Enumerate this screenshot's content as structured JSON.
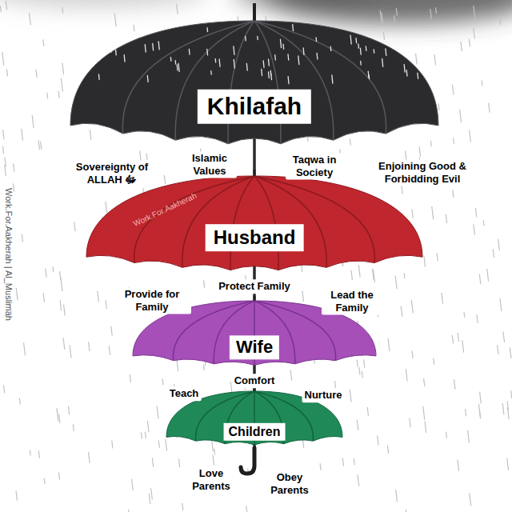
{
  "diagram": {
    "nodes": [
      {
        "text": [
          "Khilafah"
        ]
      },
      {
        "text": [
          "Husband"
        ]
      },
      {
        "text": [
          "Wife"
        ]
      },
      {
        "text": [
          "Children"
        ]
      }
    ],
    "labels": [
      "Sovereignty of ALLAH ﷻ",
      "Islamic Values",
      "Taqwa in Society",
      "Enjoining Good & Forbidding Evil",
      "Provide for Family",
      "Protect Family",
      "Lead the Family",
      "Teach",
      "Comfort",
      "Nurture",
      "Love Parents",
      "Obey Parents",
      "Work.For.Aakherah | Al_Muslimah",
      "Work.For.Aakherah"
    ]
  }
}
